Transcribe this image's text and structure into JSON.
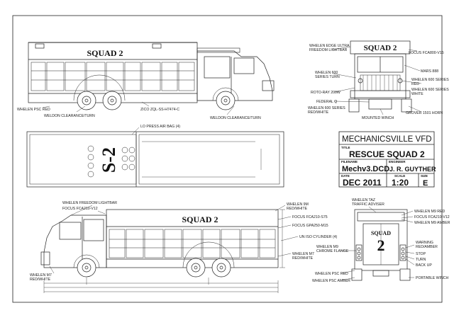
{
  "truck_labels": {
    "side_top": "SQUAD 2",
    "front": "SQUAD 2",
    "roof": "S-2",
    "side_bottom": "SQUAD 2",
    "rear_top": "SQUAD",
    "rear_number": "2"
  },
  "callouts": {
    "whelen_psc_red": "WHELEN PSC RED",
    "weldon_clearance_turn_left": "WELDON CLEARANCE/TURN",
    "zico": "ZICO ZQL-SS-H7474-C",
    "weldon_clearance_turn_right": "WELDON CLEARANCE/TURN",
    "lo_press_air_bag": "LO PRESS AIR BAG (4)",
    "whelen_edge_ultra": "WHELEN EDGE ULTRA",
    "freedom_lightbar": "FREEDOM LIGHTBAR",
    "focus_fca800": "FOCUS FCA800-V15",
    "mars_888": "MARS 888",
    "whelen_600_series_turn_1": "WHELEN 600",
    "whelen_600_series_turn_2": "SERIES TURN",
    "whelen_600_series_red_1": "WHELEN 600 SERIES",
    "whelen_600_series_red_2": "RED",
    "whelen_600_series_white_1": "WHELEN 600 SERIES",
    "whelen_600_series_white_2": "WHITE",
    "roto_ray": "ROTO-RAY 200W",
    "federal_q": "FEDERAL Q",
    "whelen_600_red_white_1": "WHELEN 600 SERIES",
    "whelen_600_red_white_2": "RED/WHITE",
    "grover": "GROVER 1501 HORN",
    "mounted_winch": "MOUNTED WINCH",
    "whelen_freedom_lightbar": "WHELEN FREEDOM LIGHTBAR",
    "focus_fca210_v12": "FOCUS FCA210-V12",
    "whelen_m7_left_1": "WHELEN M7",
    "whelen_m7_left_2": "RED/WHITE",
    "whelen_9m_1": "WHELEN 9M",
    "whelen_9m_2": "RED/WHITE",
    "focus_fca210_s75": "FOCUS FCA210-S75",
    "focus_gpa250": "FOCUS GPA250-M15",
    "un_iso_cylinder": "UN ISO CYLINDER (4)",
    "whelen_m7_right_1": "WHELEN M7",
    "whelen_m7_right_2": "RED/WHITE",
    "whelen_taz_1": "WHELEN TAZ",
    "whelen_taz_2": "TRAFFIC ADVISER",
    "whelen_m9_red": "WHELEN M9 RED",
    "focus_fca210_v12_rear": "FOCUS FCA210-V12",
    "whelen_m9_amber": "WHELEN M9 AMBER",
    "whelen_m9_chrome_1": "WHELEN M9",
    "whelen_m9_chrome_2": "CHROME FLANGE",
    "warning_1": "WARNING",
    "warning_2": "RED/AMBER",
    "stop": "STOP",
    "turn": "TURN",
    "back_up": "BACK UP",
    "whelen_psc_red_rear": "WHELEN PSC RED",
    "whelen_psc_amber": "WHELEN PSC AMBER",
    "portable_winch": "PORTABLE WINCH"
  },
  "title_block": {
    "company": "MECHANICSVILLE VFD",
    "title_label": "TITLE",
    "title": "RESCUE SQUAD 2",
    "filename_label": "FILENAME",
    "filename": "Mechv3.DCD",
    "engineer_label": "ENGINEER",
    "engineer": "J. R. GUYTHER",
    "date_label": "DATE",
    "date": "DEC 2011",
    "scale_label": "SCALE",
    "scale": "1:20",
    "size_label": "SIZE",
    "size": "E"
  }
}
